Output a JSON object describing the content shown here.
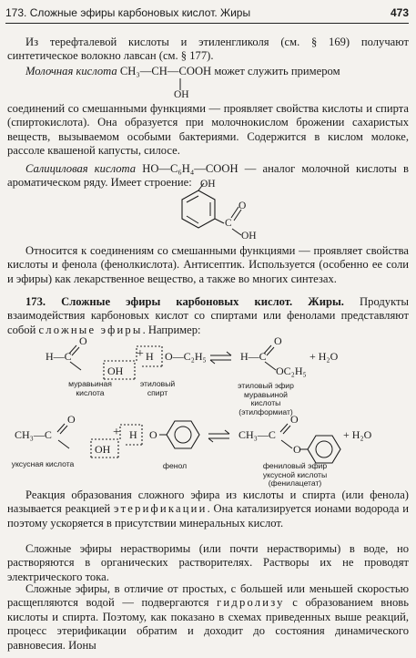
{
  "header": {
    "section": "173. Сложные эфиры карбоновых кислот. Жиры",
    "page": "473"
  },
  "p1": "Из терефталевой кислоты и этиленгликоля (см. § 169) получают синтетическое волокно лавсан (см. § 177).",
  "lactic": {
    "name": "Молочная кислота",
    "formula": "CH₃—CH—COOH",
    "tail": "может служить примером",
    "oh": "OH"
  },
  "p2": "соединений со смешанными функциями — проявляет свойства кислоты и спирта (спиртокислота). Она образуется при молочнокислом брожении сахаристых веществ, вызываемом особыми бактериями. Содержится в кислом молоке, рассоле квашеной капусты, силосе.",
  "salicylic": {
    "name": "Салициловая кислота",
    "formula": "HO—C₆H₄—COOH",
    "tail": "— аналог молочной кислоты в ароматическом ряду. Имеет строение:",
    "oh_top": "OH",
    "c": "C",
    "o": "O",
    "oh_right": "OH"
  },
  "p3": "Относится к соединениям со смешанными функциями — проявляет свойства кислоты и фенола (фенолкислота). Антисептик. Используется (особенно ее соли и эфиры) как лекарственное вещество, а также во многих синтезах.",
  "section": {
    "heading": "173. Сложные эфиры карбоновых кислот. Жиры.",
    "text_a": "Продукты взаимодействия карбоновых кислот со спиртами или фенолами представляют собой",
    "spaced": "сложные эфиры",
    "text_b": ". Например:"
  },
  "eq1": {
    "h_c": "H—C",
    "o": "O",
    "oh": "OH",
    "plus": "+",
    "h": "H",
    "o_c2h5": "O—C₂H₅",
    "prod_h_c": "H—C",
    "prod_o": "O",
    "prod_oc2h5": "OC₂H₅",
    "plus_h2o": "+ H₂O",
    "lbl_acid": "муравьиная кислота",
    "lbl_alcohol": "этиловый спирт",
    "lbl_product": "этиловый эфир муравьиной кислоты (этилформиат)"
  },
  "eq2": {
    "ch3_c": "CH₃—C",
    "o": "O",
    "oh": "OH",
    "plus": "+",
    "h": "H",
    "o2": "O",
    "prod_ch3_c": "CH₃—C",
    "prod_o": "O",
    "prod_o2": "O",
    "plus_h2o": "+ H₂O",
    "lbl_acid": "уксусная кислота",
    "lbl_phenol": "фенол",
    "lbl_product": "фениловый эфир уксусной кислоты (фенилацетат)"
  },
  "p4": {
    "a": "Реакция образования сложного эфира из кислоты и спирта (или фенола) называется реакцией",
    "spaced": "этерификации",
    "b": ". Она катализируется ионами водорода и поэтому ускоряется в присутствии минеральных кислот."
  },
  "p5": "Сложные эфиры нерастворимы (или почти нерастворимы) в воде, но растворяются в органических растворителях. Растворы их не проводят электрического тока.",
  "p6": {
    "a": "Сложные эфиры, в отличие от простых, с большей или меньшей скоростью расщепляются водой — подвергаются",
    "spaced": "гидролизу",
    "b": "с образованием вновь кислоты и спирта. Поэтому, как показано в схемах приведенных выше реакций, процесс этерификации обратим и доходит до состояния динамического равновесия. Ионы"
  }
}
